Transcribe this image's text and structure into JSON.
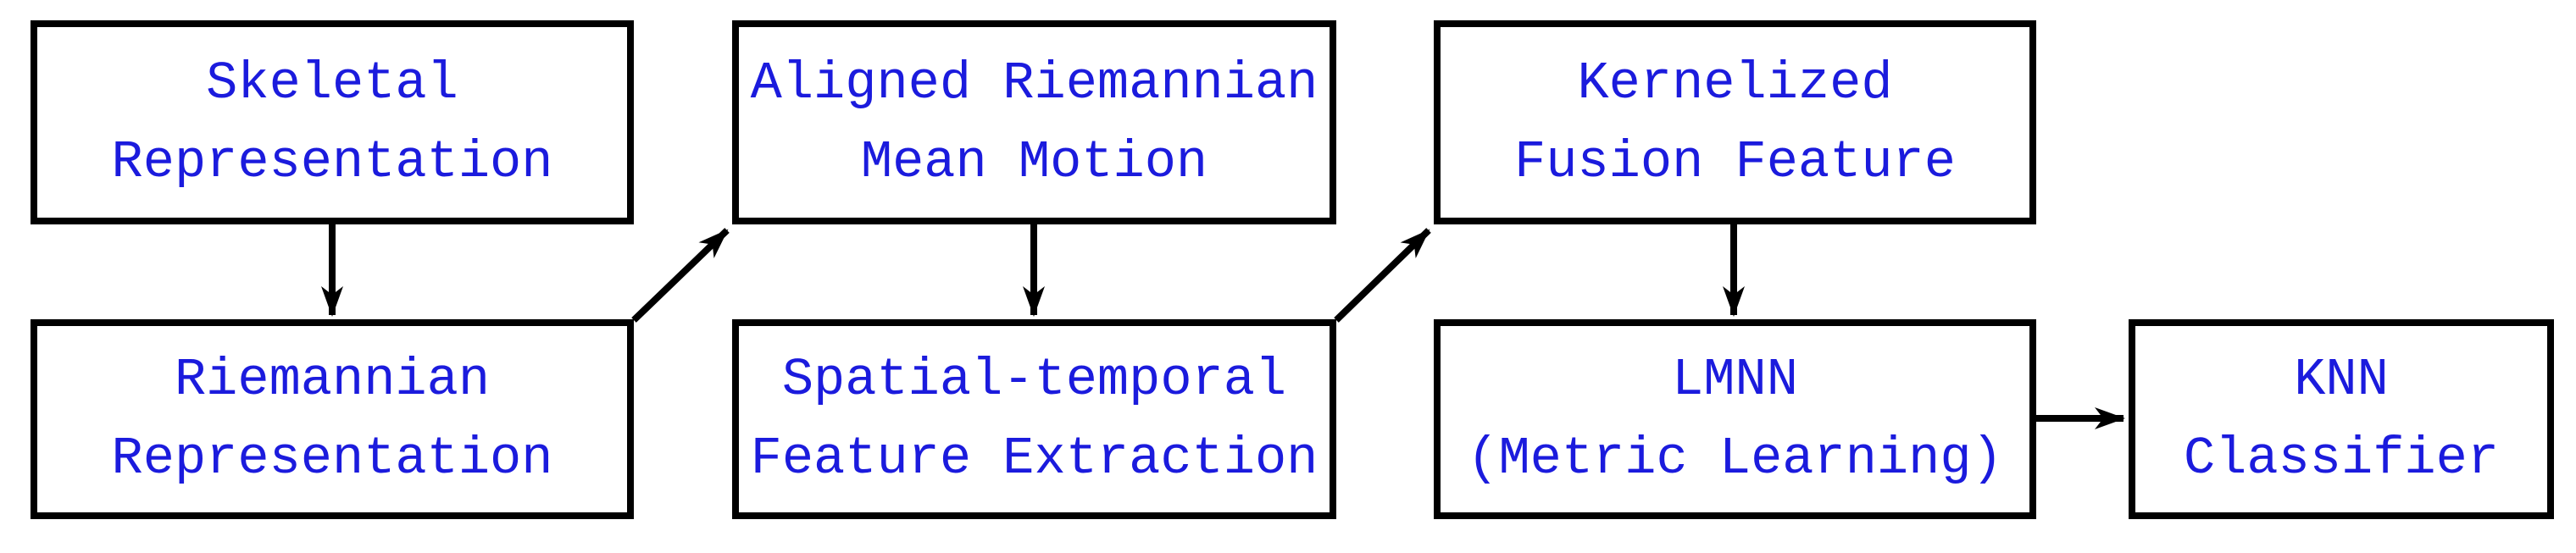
{
  "diagram": {
    "title": "Skeleton-based action recognition pipeline flowchart",
    "colors": {
      "text": "#1b1bdd",
      "line": "#000000",
      "background": "#ffffff"
    },
    "nodes": [
      {
        "id": "skeletal-representation",
        "line1": "Skeletal",
        "line2": "Representation"
      },
      {
        "id": "aligned-riemannian-mean-motion",
        "line1": "Aligned Riemannian",
        "line2": "Mean Motion"
      },
      {
        "id": "kernelized-fusion-feature",
        "line1": "Kernelized",
        "line2": "Fusion Feature"
      },
      {
        "id": "riemannian-representation",
        "line1": "Riemannian",
        "line2": "Representation"
      },
      {
        "id": "spatial-temporal-feature-extraction",
        "line1": "Spatial-temporal",
        "line2": "Feature Extraction"
      },
      {
        "id": "lmnn-metric-learning",
        "line1": "LMNN",
        "line2": "(Metric Learning)"
      },
      {
        "id": "knn-classifier",
        "line1": "KNN",
        "line2": "Classifier"
      }
    ],
    "edges": [
      {
        "from": "skeletal-representation",
        "to": "riemannian-representation"
      },
      {
        "from": "riemannian-representation",
        "to": "aligned-riemannian-mean-motion"
      },
      {
        "from": "aligned-riemannian-mean-motion",
        "to": "spatial-temporal-feature-extraction"
      },
      {
        "from": "spatial-temporal-feature-extraction",
        "to": "kernelized-fusion-feature"
      },
      {
        "from": "kernelized-fusion-feature",
        "to": "lmnn-metric-learning"
      },
      {
        "from": "lmnn-metric-learning",
        "to": "knn-classifier"
      }
    ]
  }
}
